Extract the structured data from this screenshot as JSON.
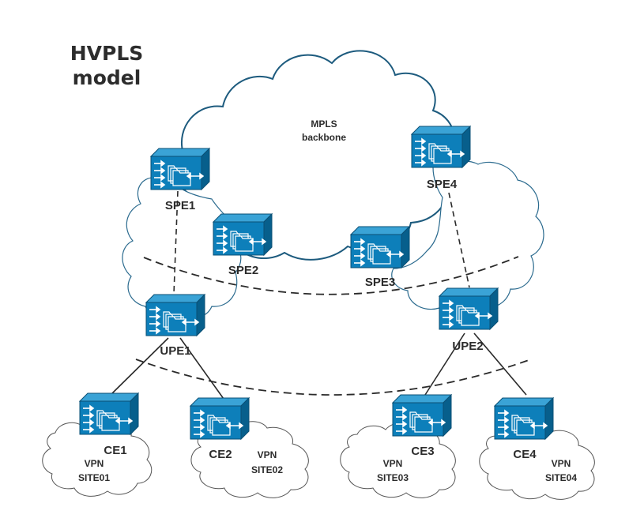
{
  "title": {
    "line1": "HVPLS",
    "line2": "model"
  },
  "backbone": {
    "line1": "MPLS",
    "line2": "backbone"
  },
  "devices": {
    "spe1": "SPE1",
    "spe2": "SPE2",
    "spe3": "SPE3",
    "spe4": "SPE4",
    "upe1": "UPE1",
    "upe2": "UPE2",
    "ce1": "CE1",
    "ce2": "CE2",
    "ce3": "CE3",
    "ce4": "CE4"
  },
  "sites": {
    "site01": {
      "line1": "VPN",
      "line2": "SITE01"
    },
    "site02": {
      "line1": "VPN",
      "line2": "SITE02"
    },
    "site03": {
      "line1": "VPN",
      "line2": "SITE03"
    },
    "site04": {
      "line1": "VPN",
      "line2": "SITE04"
    }
  },
  "colors": {
    "device_front": "#0d7fba",
    "device_top": "#3aa3d6",
    "device_side": "#075f8c",
    "core_cloud_stroke": "#1d5b7e"
  }
}
